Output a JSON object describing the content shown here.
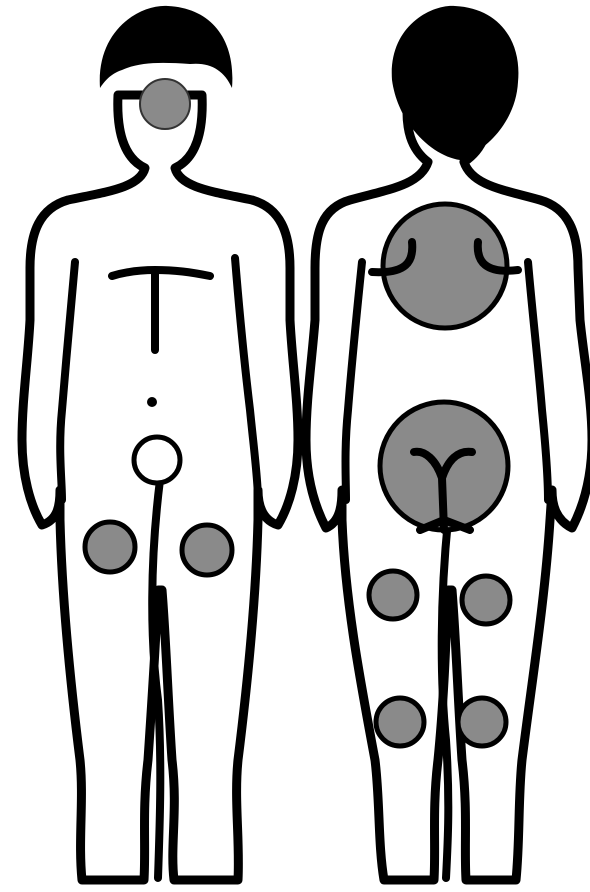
{
  "figure": {
    "figures": [
      {
        "view": "front",
        "marked_regions": [
          {
            "id": "chin",
            "fill": "gray"
          },
          {
            "id": "pubis",
            "fill": "white"
          },
          {
            "id": "inner-thigh-right",
            "fill": "gray"
          },
          {
            "id": "inner-thigh-left",
            "fill": "gray"
          }
        ],
        "extra_marks": [
          "collarbone-t-line",
          "sternum-line",
          "navel-dot"
        ]
      },
      {
        "view": "back",
        "marked_regions": [
          {
            "id": "upper-back",
            "fill": "gray"
          },
          {
            "id": "buttocks",
            "fill": "gray"
          },
          {
            "id": "back-thigh-left",
            "fill": "gray"
          },
          {
            "id": "back-thigh-right",
            "fill": "gray"
          },
          {
            "id": "back-knee-left",
            "fill": "gray"
          },
          {
            "id": "back-knee-right",
            "fill": "gray"
          }
        ],
        "extra_marks": [
          "shoulder-blade-curves",
          "gluteal-y-line"
        ]
      }
    ],
    "colors": {
      "background": "#ffffff",
      "outline": "#000000",
      "hair": "#000000",
      "region_gray": "#8a8a8a",
      "region_white": "#ffffff"
    }
  }
}
